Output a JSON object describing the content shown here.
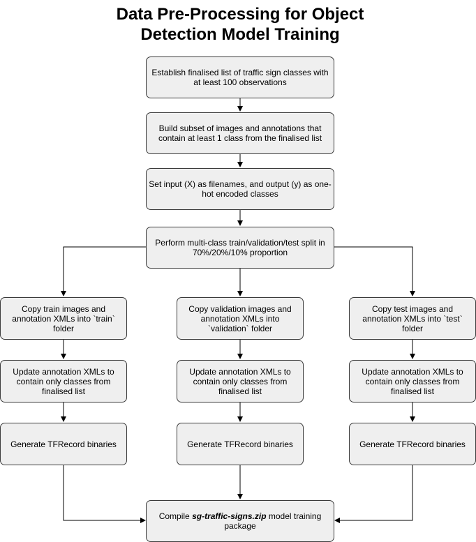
{
  "title": {
    "line1": "Data Pre-Processing for Object",
    "line2": "Detection Model Training"
  },
  "steps": {
    "establish": "Establish finalised list of traffic sign classes with at least 100 observations",
    "subset": "Build subset of images and annotations that contain at least 1 class from the finalised list",
    "input_output": "Set input (X) as filenames, and output (y) as one-hot encoded classes",
    "split": "Perform multi-class train/validation/test split in 70%/20%/10% proportion",
    "copy_train": "Copy train images and annotation XMLs into `train` folder",
    "copy_validation": "Copy validation images and annotation XMLs into `validation` folder",
    "copy_test": "Copy test images and annotation XMLs into `test` folder",
    "update_train": "Update annotation XMLs to contain only classes from finalised list",
    "update_validation": "Update annotation XMLs to contain only classes from finalised list",
    "update_test": "Update annotation XMLs to contain only classes from finalised list",
    "tfrecord_train": "Generate TFRecord binaries",
    "tfrecord_validation": "Generate TFRecord binaries",
    "tfrecord_test": "Generate TFRecord binaries",
    "compile_prefix": "Compile ",
    "compile_package": "sg-traffic-signs.zip",
    "compile_suffix": " model training package"
  },
  "colors": {
    "box_fill": "#efefef",
    "box_border": "#3a3a3a",
    "arrow": "#000000"
  }
}
